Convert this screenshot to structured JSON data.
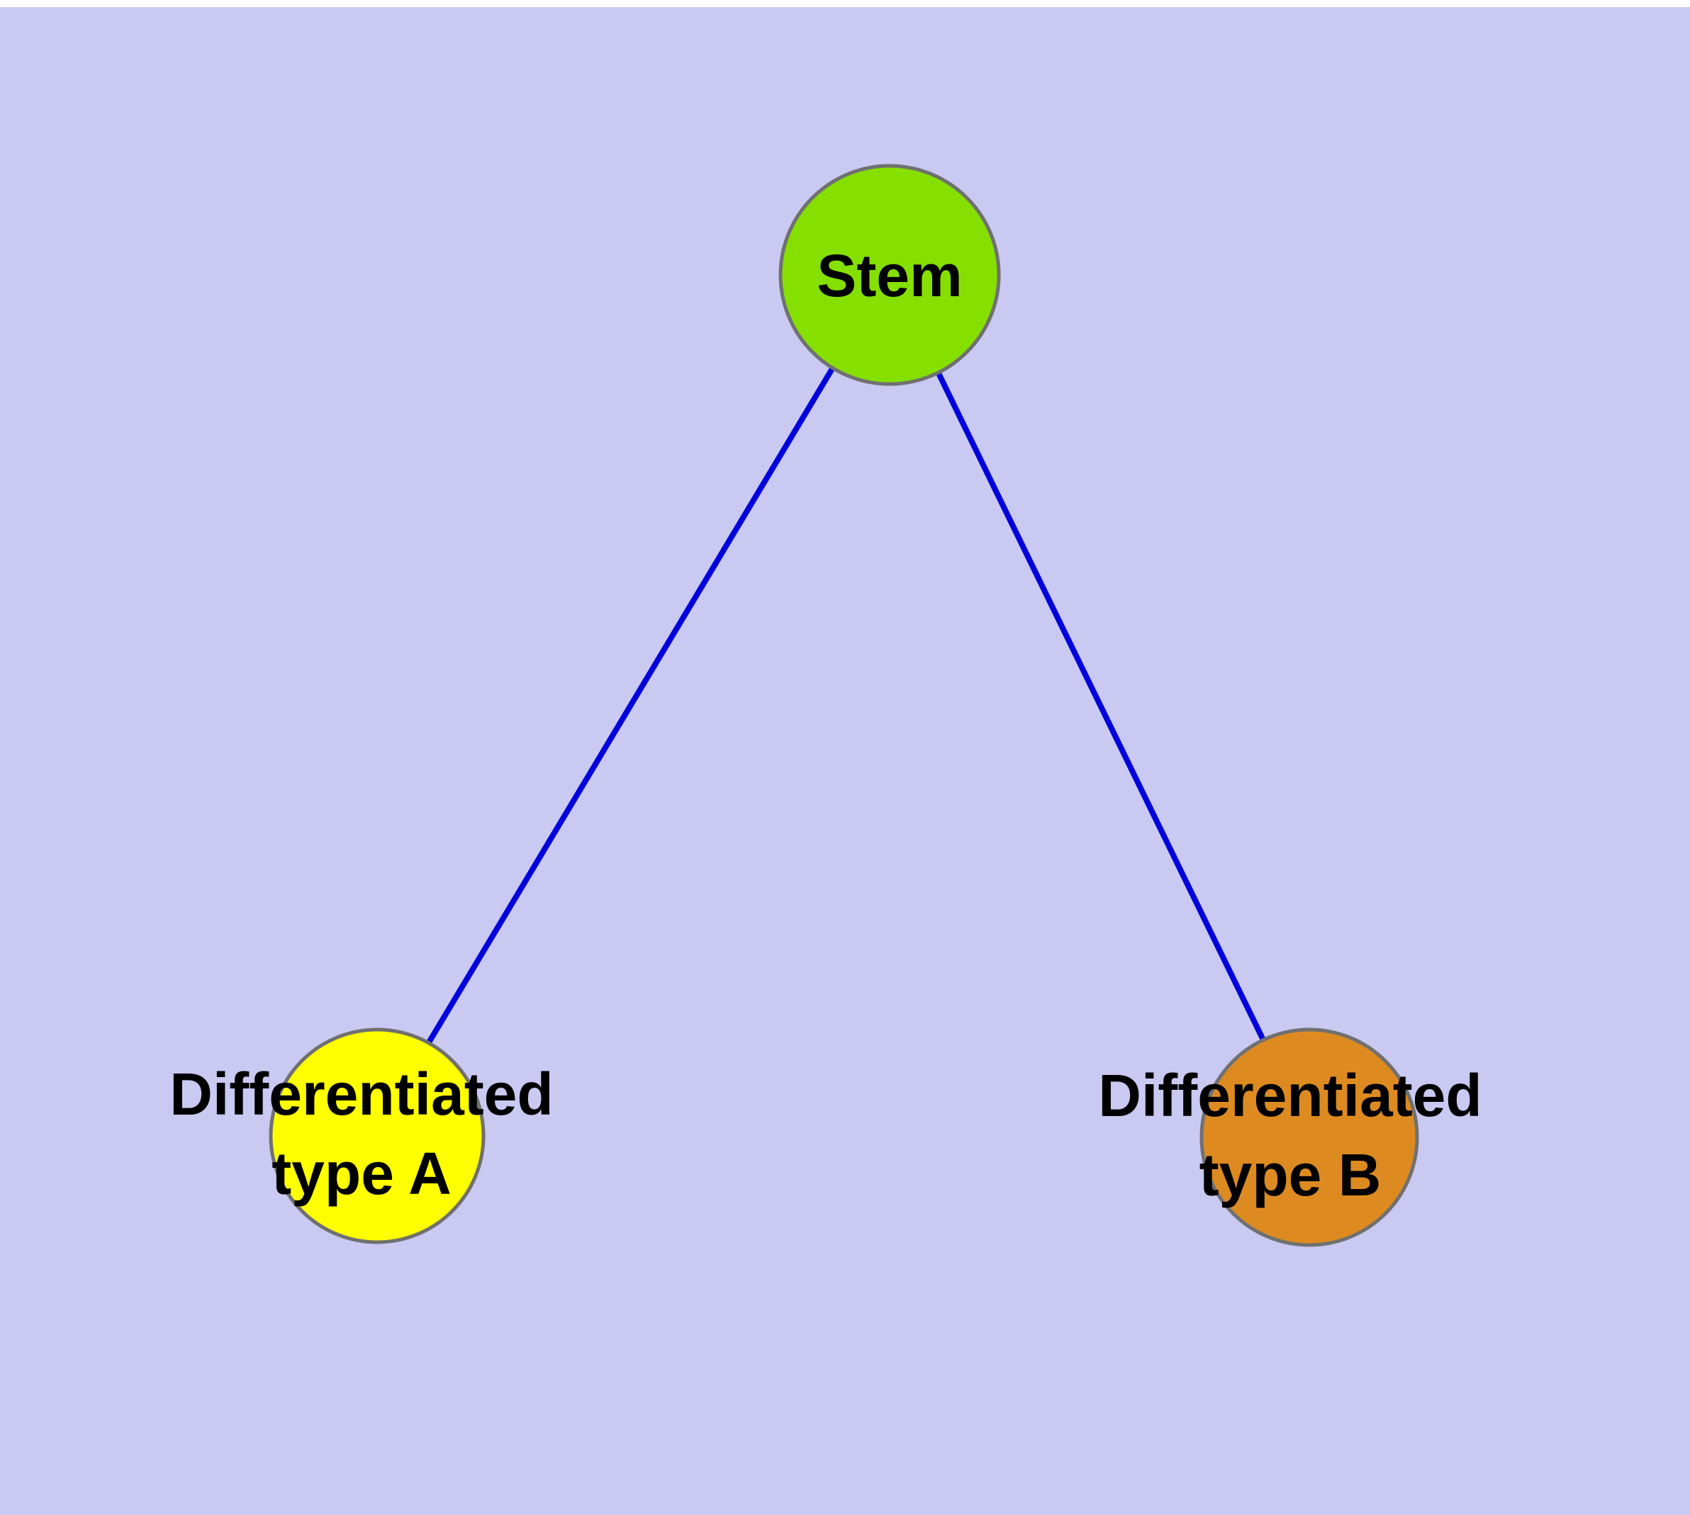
{
  "background_color": "#c9c9f2",
  "diagram": {
    "type": "graph",
    "edge_color": "#0000dd",
    "node_stroke_color": "#707070",
    "nodes": {
      "stem": {
        "label": "Stem",
        "fill": "#85e000"
      },
      "type_a": {
        "label_line1": "Differentiated",
        "label_line2": "type A",
        "fill": "#ffff00"
      },
      "type_b": {
        "label_line1": "Differentiated",
        "label_line2": "type B",
        "fill": "#dd8b21"
      }
    },
    "edges": [
      {
        "from": "stem",
        "to": "type_a"
      },
      {
        "from": "stem",
        "to": "type_b"
      }
    ]
  }
}
